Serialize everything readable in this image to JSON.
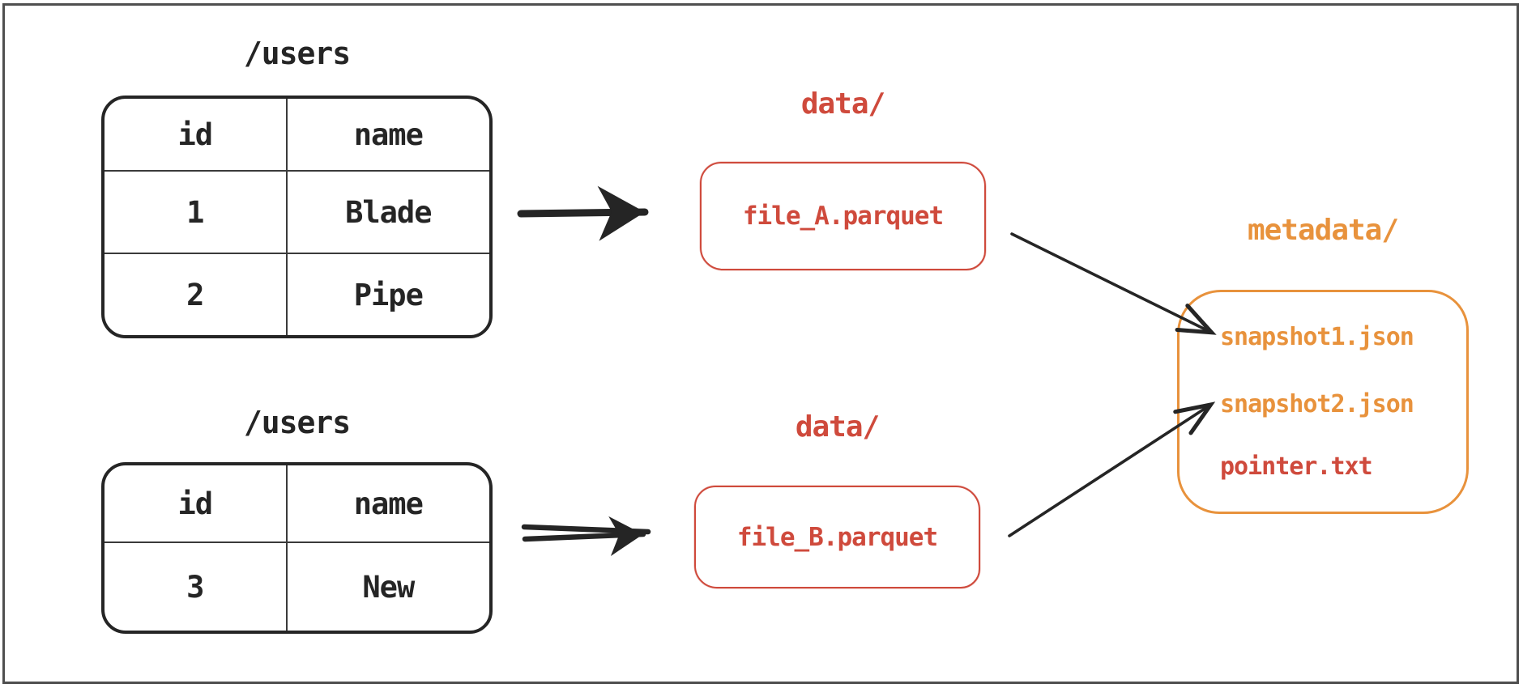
{
  "colors": {
    "ink": "#252525",
    "red": "#cf4a3c",
    "orange": "#e8923c",
    "frame": "#4f4f4f",
    "bg": "#ffffff"
  },
  "tables": [
    {
      "title": "/users",
      "headers": [
        "id",
        "name"
      ],
      "rows": [
        [
          "1",
          "Blade"
        ],
        [
          "2",
          "Pipe"
        ]
      ]
    },
    {
      "title": "/users",
      "headers": [
        "id",
        "name"
      ],
      "rows": [
        [
          "3",
          "New"
        ]
      ]
    }
  ],
  "data_dirs": [
    {
      "label": "data/",
      "file": "file_A.parquet"
    },
    {
      "label": "data/",
      "file": "file_B.parquet"
    }
  ],
  "metadata_dir": {
    "label": "metadata/",
    "files": [
      {
        "name": "snapshot1.json",
        "color": "orange"
      },
      {
        "name": "snapshot2.json",
        "color": "orange"
      },
      {
        "name": "pointer.txt",
        "color": "red"
      }
    ]
  }
}
